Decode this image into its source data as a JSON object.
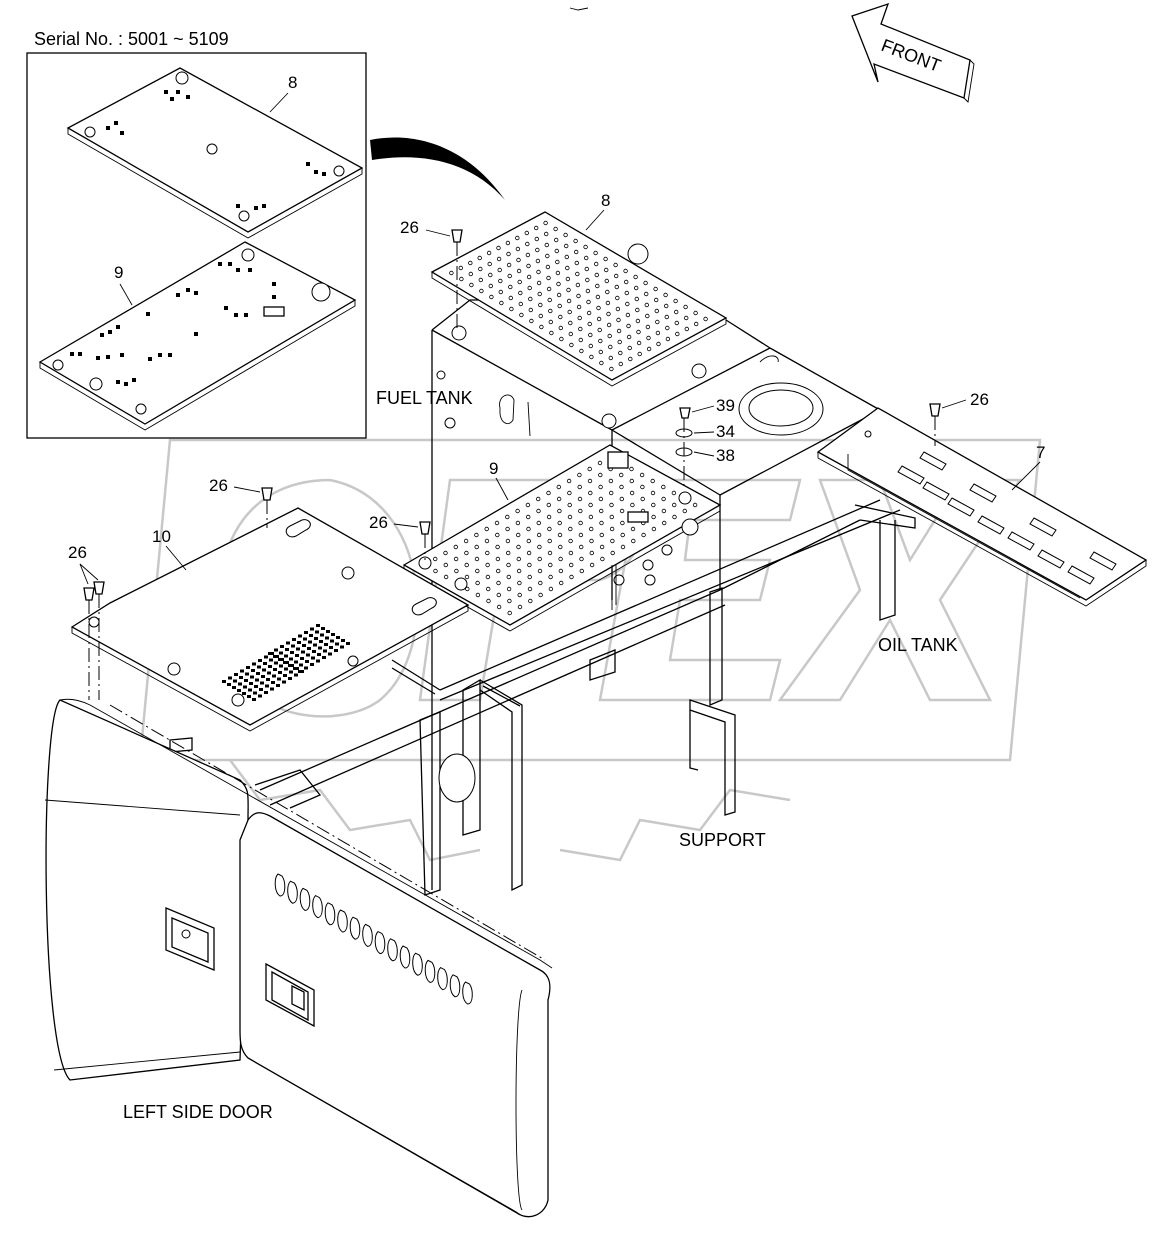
{
  "header": {
    "serial_note": "Serial No. : 5001 ~ 5109",
    "front_label": "FRONT"
  },
  "watermark": {
    "text": "OPEX",
    "color": "#c8c8c8"
  },
  "area_labels": {
    "fuel_tank": "FUEL TANK",
    "oil_tank": "OIL TANK",
    "support": "SUPPORT",
    "left_side_door": "LEFT SIDE DOOR"
  },
  "callouts": {
    "inset_plate_top": "8",
    "inset_plate_bottom": "9",
    "plate_top": "8",
    "plate_middle": "9",
    "plate_left": "10",
    "plate_right": "7",
    "bolt_top": "26",
    "bolt_right": "26",
    "bolt_left": "26",
    "bolt_middle": "26",
    "bolt_far_left": "26",
    "part_39": "39",
    "part_34": "34",
    "part_38": "38"
  }
}
